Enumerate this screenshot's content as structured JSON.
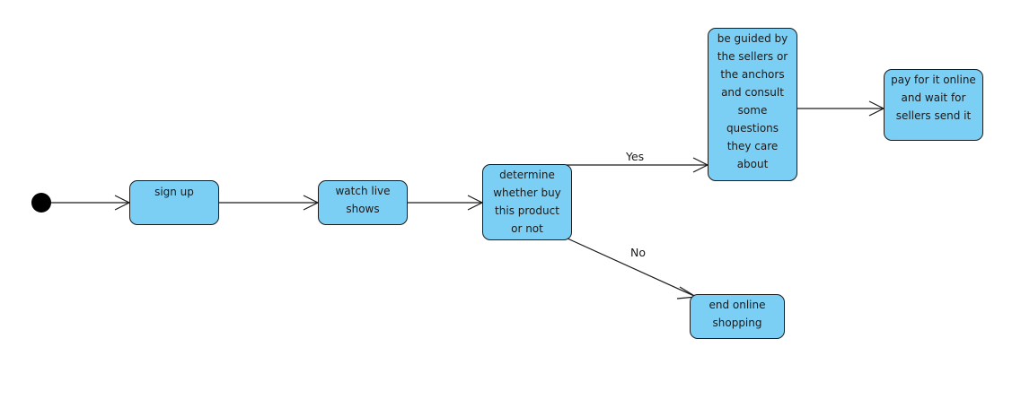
{
  "diagram": {
    "type": "activity",
    "nodes": {
      "start": "",
      "sign_up": "sign up",
      "watch": "watch live\nshows",
      "determine": "determine\nwhether buy\nthis product\nor not",
      "guided": "be guided by\nthe sellers or\nthe anchors\nand consult\nsome\nquestions\nthey care\nabout",
      "pay": "pay for it online\nand wait for\nsellers send it",
      "end": "end online\nshopping"
    },
    "edges": {
      "yes": "Yes",
      "no": "No"
    },
    "colors": {
      "node_fill": "#7ccff4",
      "node_border": "#1b1b1b",
      "line": "#1b1b1b",
      "start_dot": "#000000"
    }
  }
}
